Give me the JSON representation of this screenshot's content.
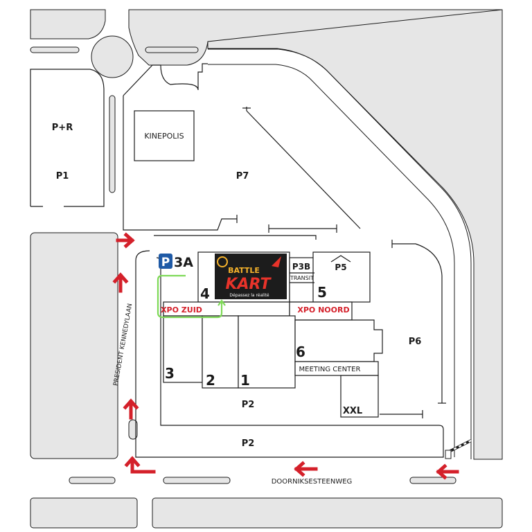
{
  "labels": {
    "p_r": "P+R",
    "p1": "P1",
    "kinepolis": "KINEPOLIS",
    "p7": "P7",
    "p3a_letter": "P",
    "p3a_text": "3A",
    "hall4": "4",
    "p3b": "P3B",
    "transit": "TRANSIT",
    "p5": "P5",
    "hall5": "5",
    "xpo_zuid": "XPO ZUID",
    "xpo_noord": "XPO NOORD",
    "hall3": "3",
    "hall2": "2",
    "hall1": "1",
    "hall6": "6",
    "meeting_center": "MEETING CENTER",
    "p6": "P6",
    "xxl": "XXL",
    "p2_upper": "P2",
    "p2_lower": "P2",
    "street_kennedy": "PRESIDENT KENNEDYLAAN",
    "street_doorniks": "DOORNIKSESTEENWEG",
    "logo_battle": "BATTLE",
    "logo_kart": "KART",
    "logo_tagline": "Dépassez la réalité"
  },
  "colors": {
    "block": "#e6e6e6",
    "outline": "#1a1a1a",
    "arrow": "#d4202a",
    "route": "#7ed957",
    "parking_sign": "#1f5aa6",
    "logo_bg": "#1c1c1c",
    "logo_kart": "#e8332a",
    "logo_battle": "#f7b42c"
  },
  "icons": [
    "arrow-icon",
    "parking-sign-icon",
    "barrier-icon",
    "battlekart-logo"
  ]
}
